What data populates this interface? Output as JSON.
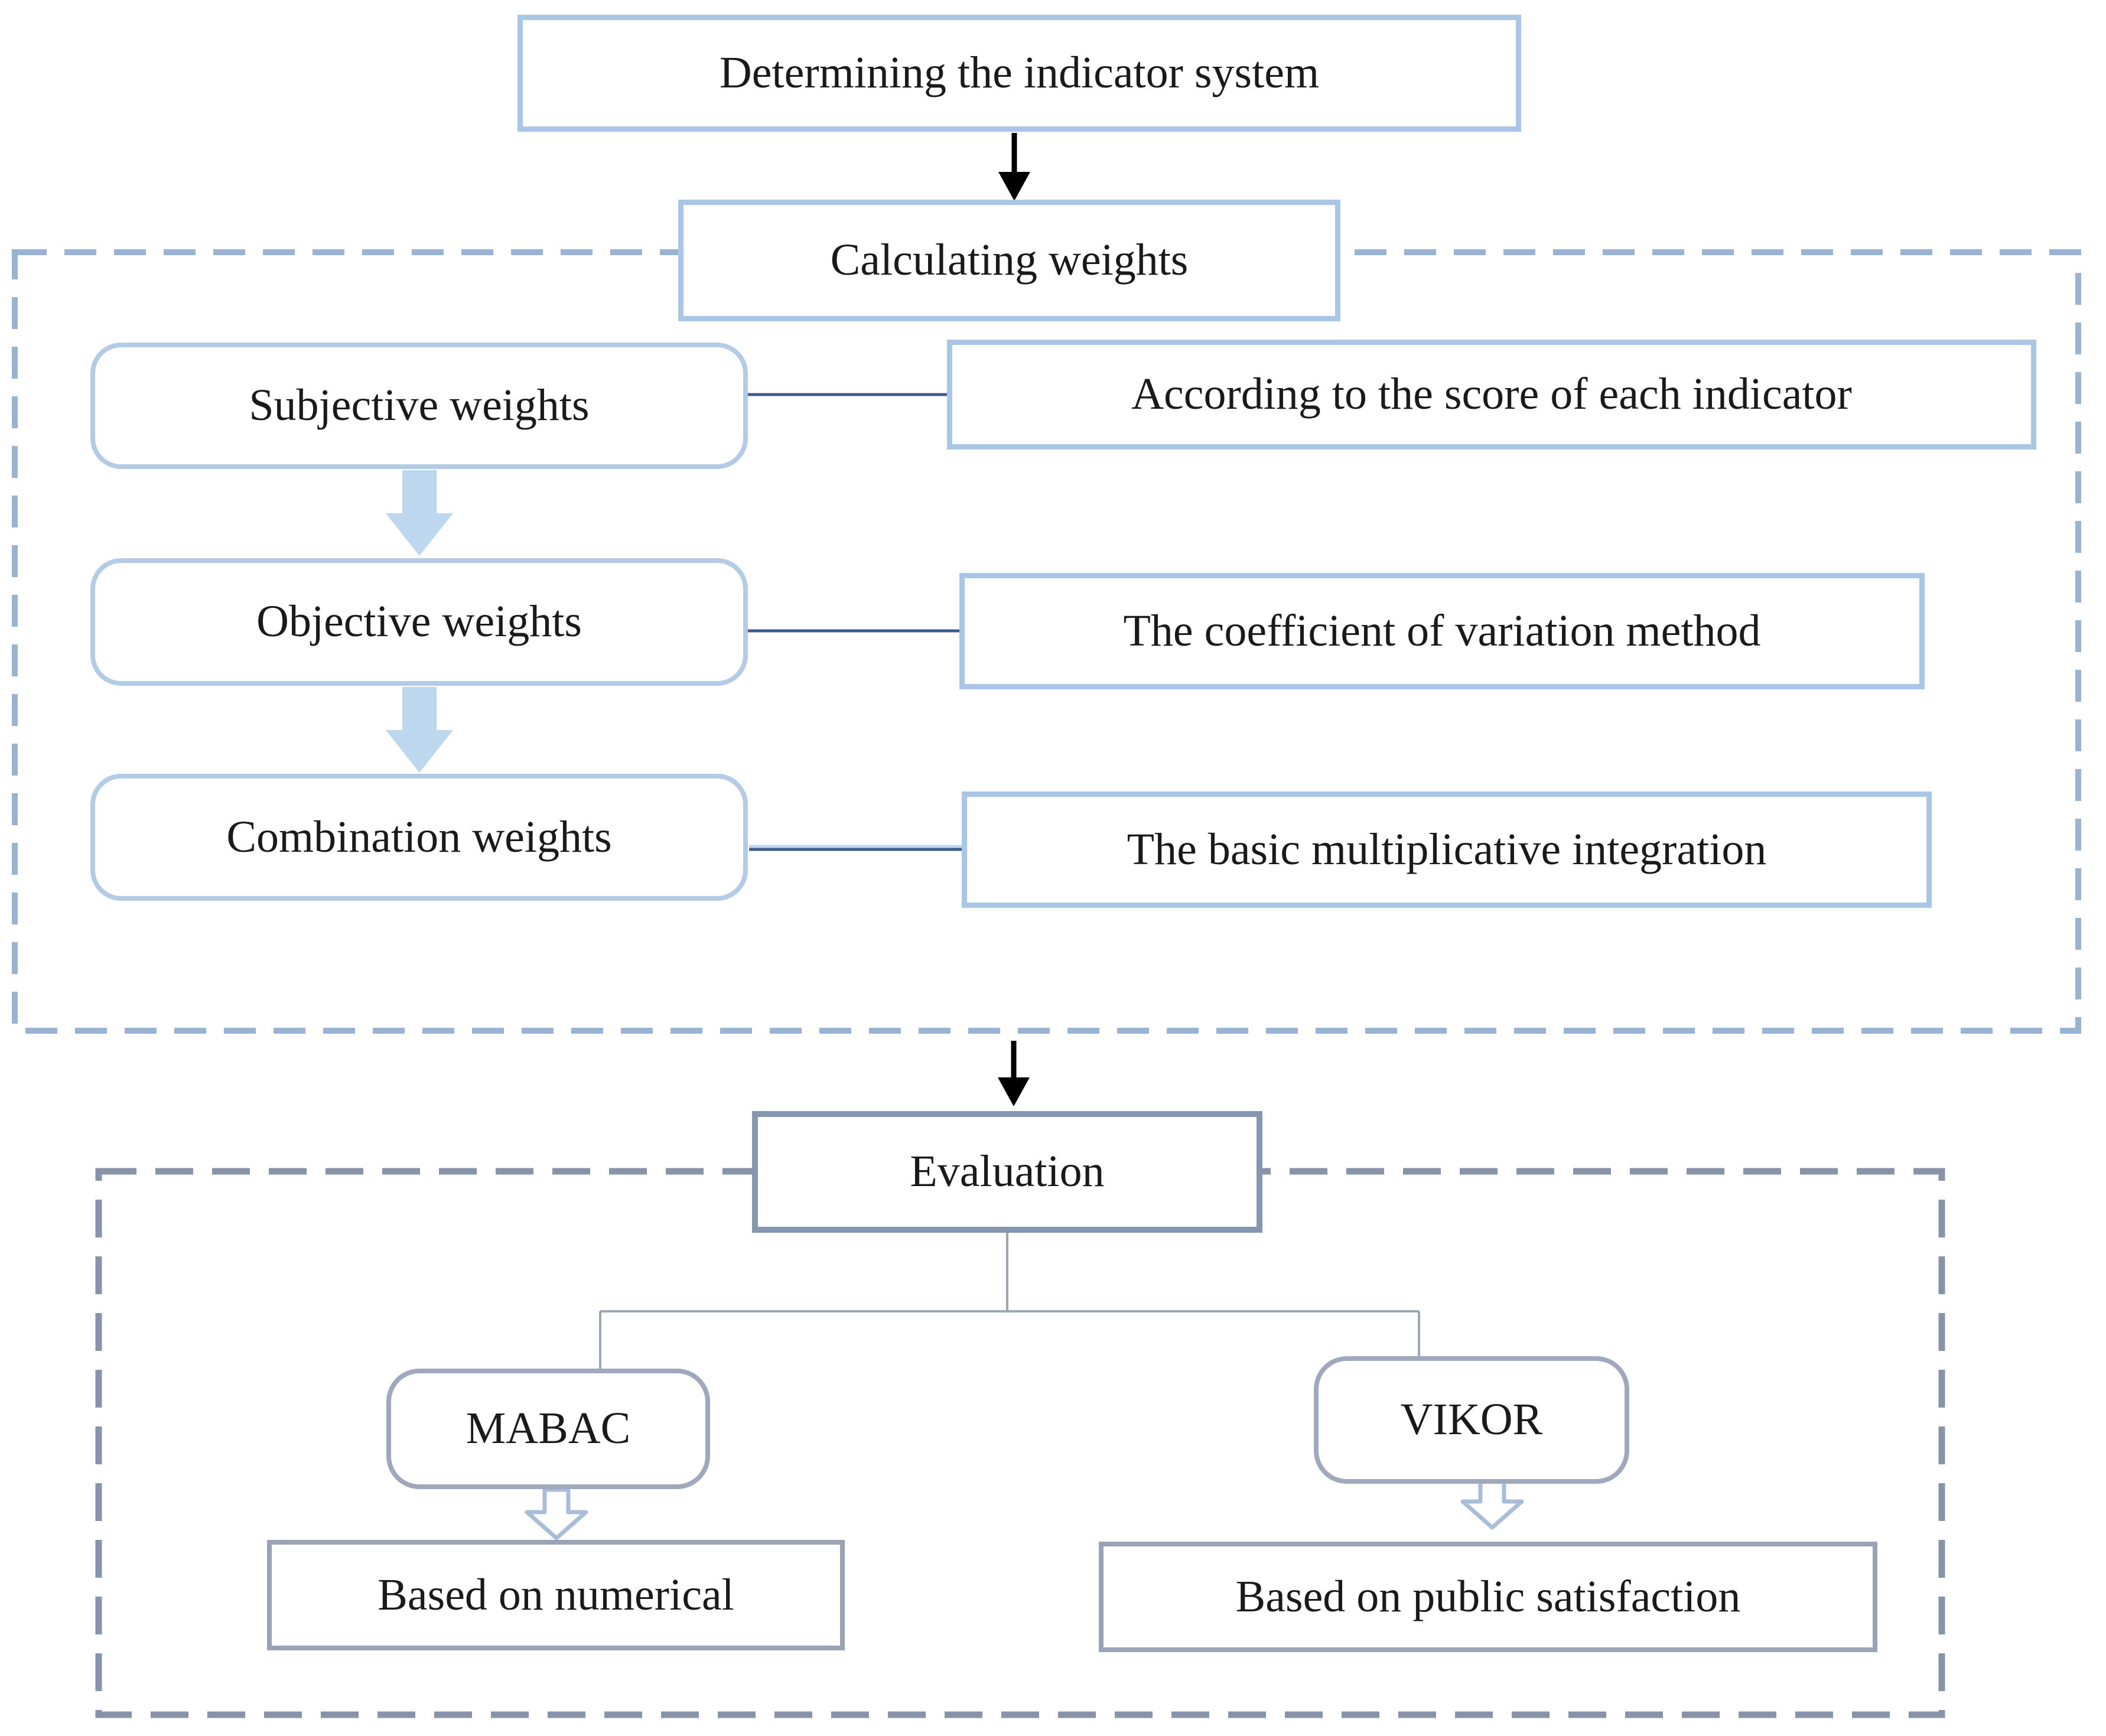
{
  "figure": {
    "type": "flowchart"
  },
  "nodes": {
    "determining": {
      "label": "Determining the indicator system"
    },
    "calculating": {
      "label": "Calculating weights"
    },
    "subjective": {
      "label": "Subjective weights"
    },
    "objective": {
      "label": "Objective weights"
    },
    "combination": {
      "label": "Combination weights"
    },
    "according": {
      "label": "According to the score of each indicator"
    },
    "coefficient": {
      "label": "The coefficient of variation method"
    },
    "multiplicative": {
      "label": "The basic multiplicative integration"
    },
    "evaluation": {
      "label": "Evaluation"
    },
    "mabac": {
      "label": "MABAC"
    },
    "vikor": {
      "label": "VIKOR"
    },
    "numerical": {
      "label": "Based on numerical"
    },
    "satisfaction": {
      "label": "Based on public satisfaction"
    }
  },
  "edges": [
    {
      "from": "Determining the indicator system",
      "to": "Calculating weights",
      "style": "black-arrow"
    },
    {
      "from": "Subjective weights",
      "to": "According to the score of each indicator",
      "style": "thin-line"
    },
    {
      "from": "Subjective weights",
      "to": "Objective weights",
      "style": "thick-blue-arrow"
    },
    {
      "from": "Objective weights",
      "to": "The coefficient of variation method",
      "style": "thin-line"
    },
    {
      "from": "Objective weights",
      "to": "Combination weights",
      "style": "thick-blue-arrow"
    },
    {
      "from": "Combination weights",
      "to": "The basic multiplicative integration",
      "style": "thin-line"
    },
    {
      "from": "Calculating weights",
      "to": "Evaluation",
      "style": "black-arrow"
    },
    {
      "from": "Evaluation",
      "to": "MABAC",
      "style": "branch-line"
    },
    {
      "from": "Evaluation",
      "to": "VIKOR",
      "style": "branch-line"
    },
    {
      "from": "MABAC",
      "to": "Based on numerical",
      "style": "hollow-arrow"
    },
    {
      "from": "VIKOR",
      "to": "Based on public satisfaction",
      "style": "hollow-arrow"
    }
  ],
  "colors": {
    "background": "#ffffff",
    "text": "#1a1a1a",
    "black": "#000000",
    "box_border_blue": "#a9c6e6",
    "rounded_border_blue": "#b3cbe7",
    "thick_arrow_fill": "#bdd7ee",
    "connector_navy": "#3f5a8f",
    "connector_light": "#bdd7ee",
    "eval_border": "#8496b0",
    "branch_border": "#9fa8bc",
    "result_border": "#99a3b5",
    "container1_dash": "#9bb3d3",
    "container2_dash": "#8793a8",
    "tree_line": "#9aa5b6",
    "hollow_arrow_stroke": "#aabdd8"
  }
}
